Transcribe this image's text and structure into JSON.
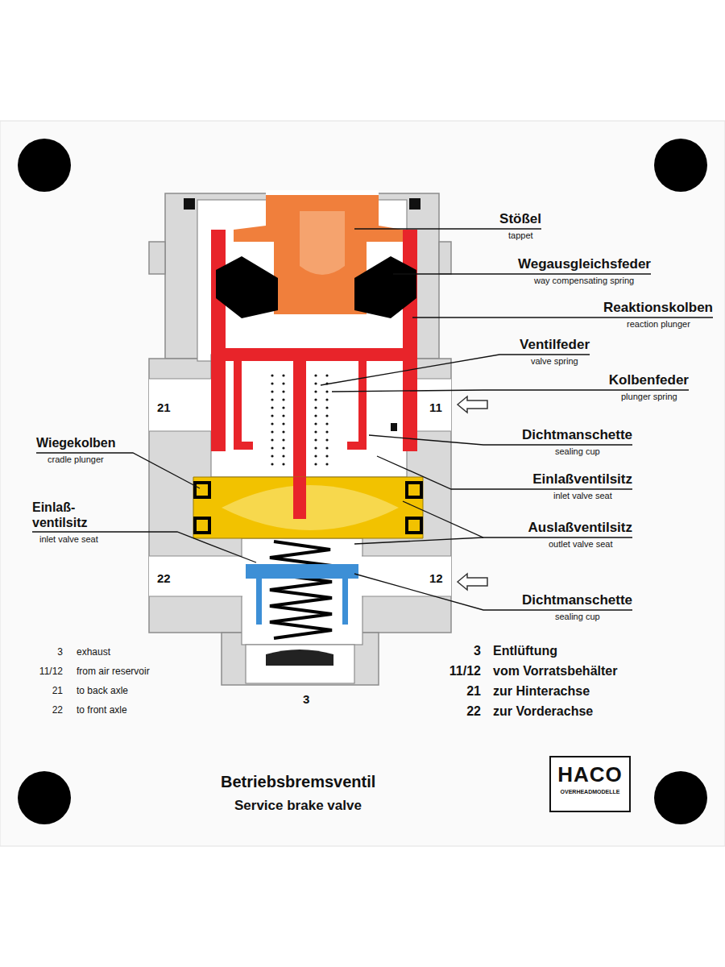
{
  "diagram": {
    "title": "Betriebsbremsventil",
    "nodes": [
      {
        "text": [
          "HACO",
          "OVERHEADMODELLE"
        ]
      }
    ],
    "labels": [
      "Stößel",
      "tappet",
      "Wegausgleichsfeder",
      "way compensating spring",
      "Reaktionskolben",
      "reaction plunger",
      "Ventilfeder",
      "valve spring",
      "Kolbenfeder",
      "plunger spring",
      "Dichtmanschette",
      "sealing cup",
      "Einlaßventilsitz",
      "inlet valve seat",
      "Auslaßventilsitz",
      "outlet valve seat",
      "Dichtmanschette",
      "sealing cup",
      "Wiegekolben",
      "cradle plunger",
      "Einlaß- ventilsitz",
      "inlet valve seat",
      "21",
      "11",
      "22",
      "12",
      "3",
      "3",
      "exhaust",
      "11/12",
      "from air reservoir",
      "21",
      "to back axle",
      "22",
      "to front axle",
      "3",
      "Entlüftung",
      "11/12",
      "vom Vorratsbehälter",
      "21",
      "zur Hinterachse",
      "22",
      "zur Vorderachse",
      "Service brake valve"
    ]
  }
}
